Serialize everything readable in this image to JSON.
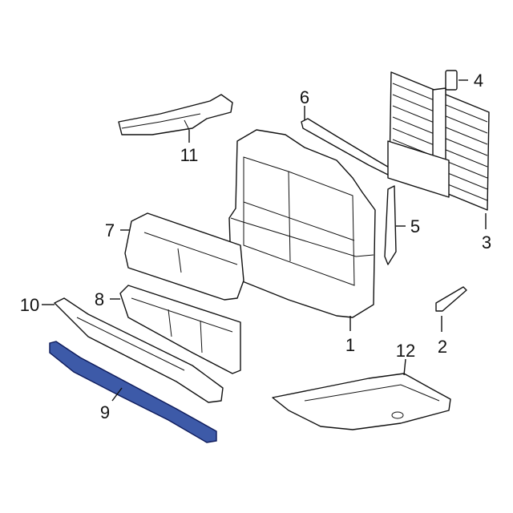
{
  "diagram": {
    "highlight_color": "#3d5aa8",
    "highlighted_part": "9",
    "callouts": [
      {
        "id": "1",
        "label": "1"
      },
      {
        "id": "2",
        "label": "2"
      },
      {
        "id": "3",
        "label": "3"
      },
      {
        "id": "4",
        "label": "4"
      },
      {
        "id": "5",
        "label": "5"
      },
      {
        "id": "6",
        "label": "6"
      },
      {
        "id": "7",
        "label": "7"
      },
      {
        "id": "8",
        "label": "8"
      },
      {
        "id": "9",
        "label": "9"
      },
      {
        "id": "10",
        "label": "10"
      },
      {
        "id": "11",
        "label": "11"
      },
      {
        "id": "12",
        "label": "12"
      }
    ]
  }
}
